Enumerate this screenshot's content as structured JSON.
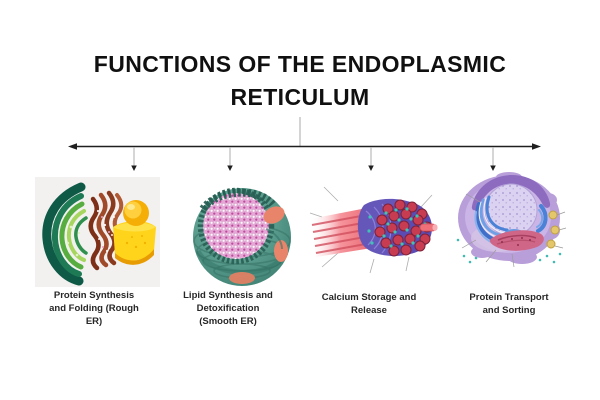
{
  "title": {
    "line1": "FUNCTIONS OF THE ENDOPLASMIC",
    "line2": "RETICULUM"
  },
  "functions": [
    {
      "label": "Protein Synthesis and Folding (Rough ER)",
      "label_lines": [
        "Protein Synthesis",
        "and Folding (Rough",
        "ER)"
      ],
      "image": "rough-er-illustration"
    },
    {
      "label": "Lipid Synthesis and Detoxification (Smooth ER)",
      "label_lines": [
        "Lipid Synthesis and",
        "Detoxification",
        "(Smooth ER)"
      ],
      "image": "smooth-er-illustration"
    },
    {
      "label": "Calcium Storage and Release",
      "label_lines": [
        "Calcium Storage and",
        "Release"
      ],
      "image": "calcium-tubule-bundle-illustration"
    },
    {
      "label": "Protein Transport and Sorting",
      "label_lines": [
        "Protein Transport",
        "and Sorting"
      ],
      "image": "nucleus-er-cell-illustration"
    }
  ],
  "colors": {
    "background": "#ffffff",
    "title_text": "#101010",
    "label_text": "#272727",
    "connector_line": "#1f1f1f",
    "stem_line": "#c9c9c9",
    "drop_line": "#b3b3b3",
    "rough_er_teal": "#0f5a47",
    "rough_er_green": "#57ad3f",
    "rough_er_brown": "#8a3a1f",
    "rough_er_yellow": "#ffd41a",
    "smooth_er_teal": "#3c7f71",
    "smooth_er_pink": "#e2a8d4",
    "smooth_er_coral": "#e8846a",
    "calcium_red": "#e8626c",
    "calcium_purple": "#6557ba",
    "calcium_teal_dots": "#3ec3b4",
    "transport_outer_purple": "#b99fda",
    "transport_nucleus": "#dbd1f0",
    "transport_blue": "#4a82d8",
    "transport_pink": "#d06687",
    "transport_yellow": "#e5c76b"
  }
}
